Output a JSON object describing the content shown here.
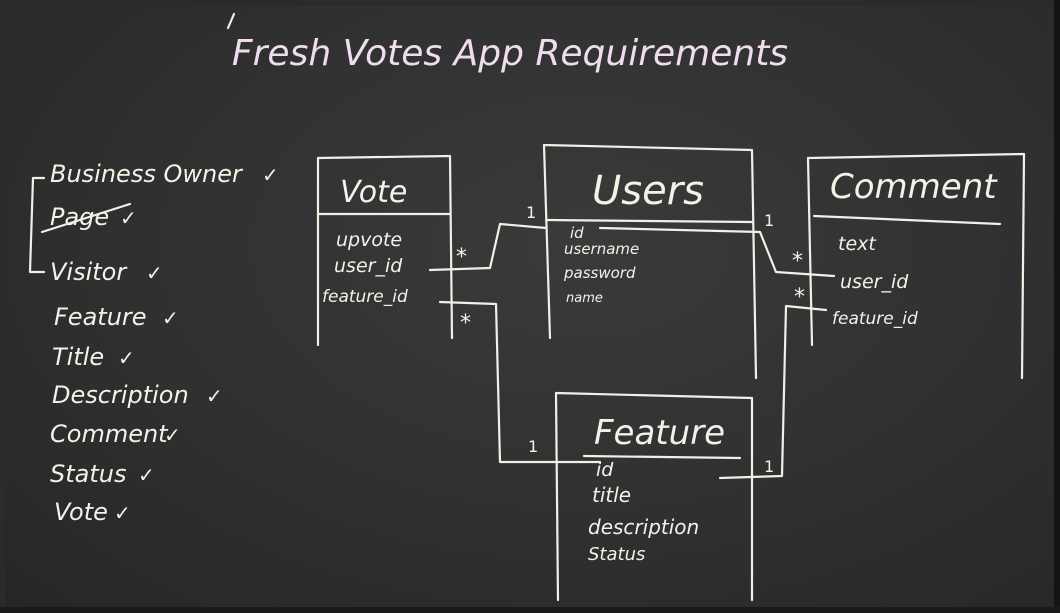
{
  "title": "Fresh Votes App Requirements",
  "requirements_list": [
    {
      "label": "Business Owner",
      "mark": "✓"
    },
    {
      "label": "Page",
      "mark": "✓",
      "struck": true
    },
    {
      "label": "Visitor",
      "mark": "✓"
    },
    {
      "label": "Feature",
      "mark": "✓"
    },
    {
      "label": "Title",
      "mark": "✓"
    },
    {
      "label": "Description",
      "mark": "✓"
    },
    {
      "label": "Comment",
      "mark": "✓"
    },
    {
      "label": "Status",
      "mark": "✓"
    },
    {
      "label": "Vote",
      "mark": "✓"
    }
  ],
  "entities": {
    "vote": {
      "name": "Vote",
      "fields": [
        "upvote",
        "user_id",
        "feature_id"
      ]
    },
    "users": {
      "name": "Users",
      "fields": [
        "id",
        "username",
        "password",
        "name"
      ]
    },
    "comment": {
      "name": "Comment",
      "fields": [
        "text",
        "user_id",
        "feature_id"
      ]
    },
    "feature": {
      "name": "Feature",
      "fields": [
        "id",
        "title",
        "description",
        "Status"
      ]
    }
  },
  "cardinality": {
    "one": "1",
    "many": "*"
  },
  "colors": {
    "chalk": "#f4f1e6",
    "title_chalk": "#f0dcef",
    "board": "#333333"
  }
}
